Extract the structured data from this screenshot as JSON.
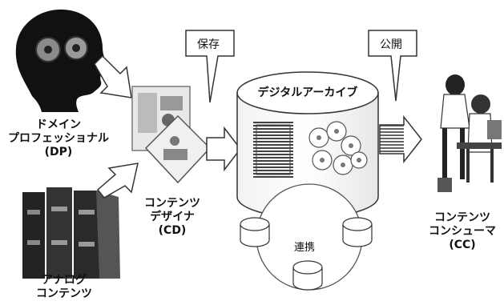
{
  "labels": {
    "dp_line1": "ドメイン",
    "dp_line2": "プロフェッショナル",
    "dp_line3": "(DP)",
    "analog_line1": "アナログ",
    "analog_line2": "コンテンツ",
    "cd_line1": "コンテンツ",
    "cd_line2": "デザイナ",
    "cd_line3": "(CD)",
    "archive_title": "デジタルアーカイブ",
    "cc_line1": "コンテンツ",
    "cc_line2": "コンシューマ",
    "cc_line3": "(CC)",
    "callout_save": "保存",
    "callout_publish": "公開",
    "link_label": "連携"
  }
}
